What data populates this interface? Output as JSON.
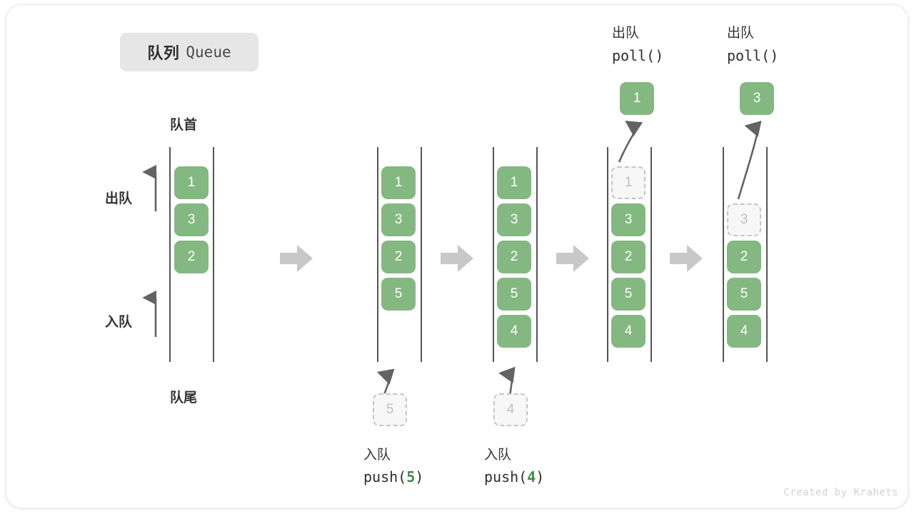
{
  "title": {
    "cn": "队列",
    "en": "Queue"
  },
  "legend": {
    "head_label": "队首",
    "tail_label": "队尾",
    "dequeue_label": "出队",
    "enqueue_label": "入队"
  },
  "colors": {
    "element_green": "#84b881",
    "ghost_fill": "#f7f7f7",
    "ghost_border": "#c6c6c6",
    "rail": "#555555",
    "chevron": "#c8c8c8",
    "arrow": "#636363",
    "chip_bg": "#e6e6e6",
    "code_arg": "#3f8a46",
    "credit": "#d2d2d2"
  },
  "columns": [
    {
      "id": "initial",
      "items": [
        "1",
        "3",
        "2"
      ],
      "top_caption_cn": "",
      "top_caption_code": "",
      "bottom_caption_cn": "",
      "bottom_caption_code": ""
    },
    {
      "id": "after-push-5",
      "items": [
        "1",
        "3",
        "2",
        "5"
      ],
      "ghost_bottom": "5",
      "bottom_caption_cn": "入队",
      "bottom_caption_code_prefix": "push(",
      "bottom_caption_code_arg": "5",
      "bottom_caption_code_suffix": ")"
    },
    {
      "id": "after-push-4",
      "items": [
        "1",
        "3",
        "2",
        "5",
        "4"
      ],
      "ghost_bottom": "4",
      "bottom_caption_cn": "入队",
      "bottom_caption_code_prefix": "push(",
      "bottom_caption_code_arg": "4",
      "bottom_caption_code_suffix": ")"
    },
    {
      "id": "poll-1",
      "ghost_top": "1",
      "items": [
        "3",
        "2",
        "5",
        "4"
      ],
      "popped": "1",
      "top_caption_cn": "出队",
      "top_caption_code": "poll()"
    },
    {
      "id": "poll-3",
      "ghost_top": "3",
      "items": [
        "2",
        "5",
        "4"
      ],
      "popped": "3",
      "top_caption_cn": "出队",
      "top_caption_code": "poll()"
    }
  ],
  "credit": "Created by Krahets"
}
